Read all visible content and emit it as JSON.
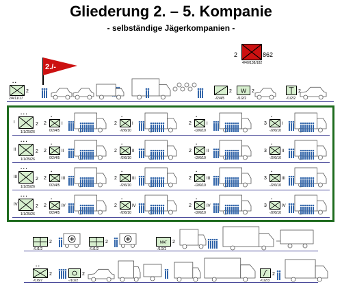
{
  "header": {
    "title": "Gliederung 2. – 5. Kompanie",
    "subtitle": "- selbständige Jägerkompanien -"
  },
  "hq": {
    "count": "2",
    "strength": "862",
    "label": "4/40/138/182"
  },
  "flag": {
    "label": "2./-"
  },
  "top_row": {
    "cmd_label": "2/4/11/17",
    "cmd_count": "2",
    "items": [
      {
        "label": "-/2/4/5",
        "count": "2"
      },
      {
        "label": "-/1/2/2",
        "count": "2"
      },
      {
        "label": "-/1/2/2",
        "count": "2"
      }
    ]
  },
  "platoons": [
    {
      "roman": "I",
      "lead_label": "1/1/25/26",
      "lead_count": "2",
      "groups": [
        {
          "label": "0/2/4/5",
          "count": "2",
          "roman": "I"
        },
        {
          "label": "-/2/6/10",
          "count": "2",
          "roman": "I"
        },
        {
          "label": "-/2/6/10",
          "count": "2",
          "roman": "I"
        },
        {
          "label": "-/2/6/10",
          "count": "3",
          "roman": "I"
        }
      ]
    },
    {
      "roman": "II",
      "lead_label": "1/1/25/26",
      "lead_count": "2",
      "groups": [
        {
          "label": "0/2/4/5",
          "count": "2",
          "roman": "II"
        },
        {
          "label": "-/2/6/10",
          "count": "2",
          "roman": "II"
        },
        {
          "label": "-/2/6/10",
          "count": "2",
          "roman": "II"
        },
        {
          "label": "-/2/6/10",
          "count": "3",
          "roman": "II"
        }
      ]
    },
    {
      "roman": "III",
      "lead_label": "1/1/25/26",
      "lead_count": "2",
      "groups": [
        {
          "label": "0/2/4/5",
          "count": "2",
          "roman": "III"
        },
        {
          "label": "-/2/6/10",
          "count": "2",
          "roman": "III"
        },
        {
          "label": "-/2/6/10",
          "count": "2",
          "roman": "III"
        },
        {
          "label": "-/2/6/10",
          "count": "3",
          "roman": "III"
        }
      ]
    },
    {
      "roman": "IV",
      "lead_label": "1/1/25/26",
      "lead_count": "2",
      "groups": [
        {
          "label": "0/2/4/5",
          "count": "2",
          "roman": "IV"
        },
        {
          "label": "-/2/6/10",
          "count": "2",
          "roman": "IV"
        },
        {
          "label": "-/2/6/10",
          "count": "2",
          "roman": "IV"
        },
        {
          "label": "-/2/6/10",
          "count": "3",
          "roman": "IV"
        }
      ]
    }
  ],
  "support_row_1": {
    "items": [
      {
        "label": "-/1/1/2",
        "count": "2"
      },
      {
        "label": "-/1/1/2",
        "count": "2"
      },
      {
        "label": "MAT",
        "sub": "-/1/2/2",
        "count": "2"
      }
    ]
  },
  "support_row_2": {
    "items": [
      {
        "label": "-/1/6/7",
        "count": "2"
      },
      {
        "label": "-/1/2/2",
        "count": "2"
      },
      {
        "label": "-/1/2/3",
        "count": "2"
      }
    ]
  },
  "colors": {
    "frame_green": "#1e6b1e",
    "symbol_fill": "#d7efcf",
    "hq_red": "#cc1111",
    "soldier_blue": "#3366aa",
    "line_blue": "#4a4a9a"
  }
}
